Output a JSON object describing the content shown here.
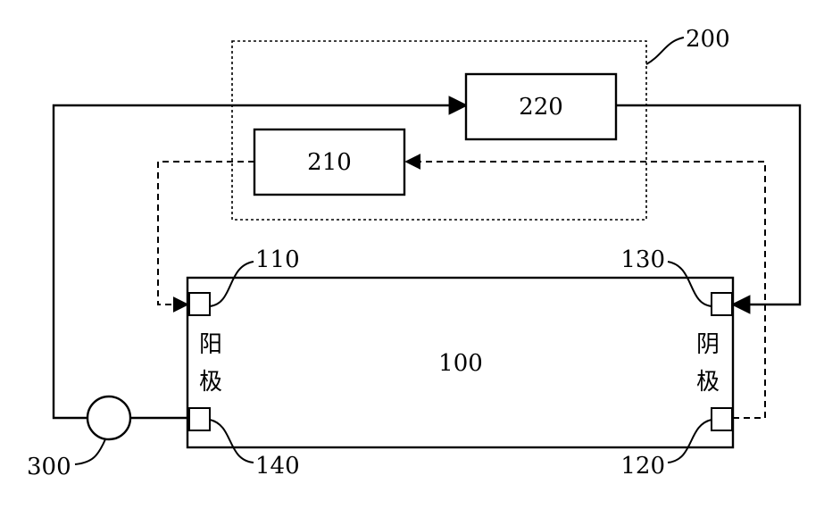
{
  "labels": {
    "system_200": "200",
    "box_220": "220",
    "box_210": "210",
    "cell_100": "100",
    "port_110": "110",
    "port_130": "130",
    "port_140": "140",
    "port_120": "120",
    "component_300": "300",
    "anode_char_1": "阳",
    "anode_char_2": "极",
    "cathode_char_1": "阴",
    "cathode_char_2": "极"
  }
}
